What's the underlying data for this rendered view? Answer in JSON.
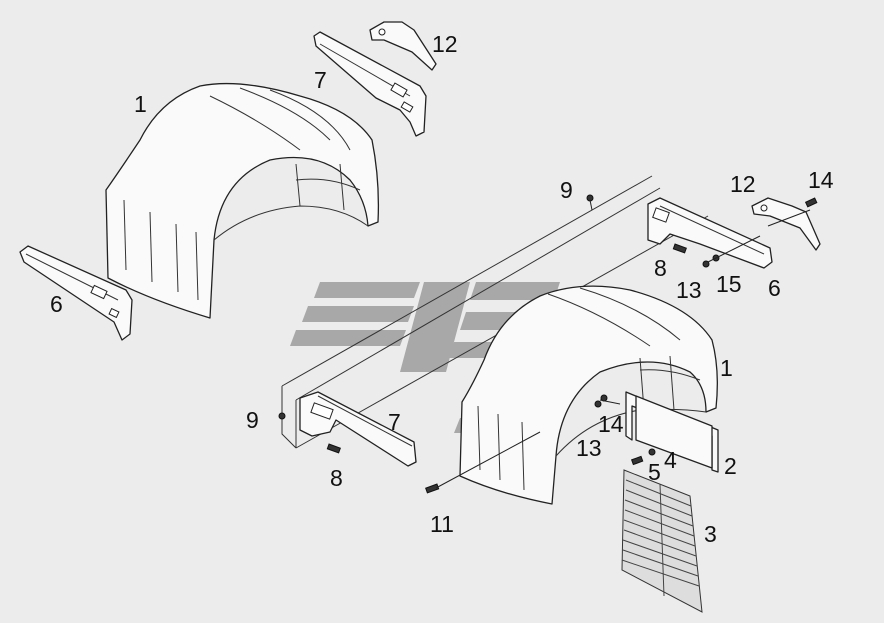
{
  "diagram": {
    "callouts": {
      "c1": "1",
      "c7": "7",
      "c12": "12",
      "c6": "6",
      "c9": "9",
      "c12b": "12",
      "c14": "14",
      "c8": "8",
      "c13": "13",
      "c15": "15",
      "c6b": "6",
      "c1b": "1",
      "c9b": "9",
      "c7b": "7",
      "c14b": "14",
      "c13b": "13",
      "c5": "5",
      "c4": "4",
      "c2": "2",
      "c8b": "8",
      "c11": "11",
      "c3": "3"
    }
  }
}
